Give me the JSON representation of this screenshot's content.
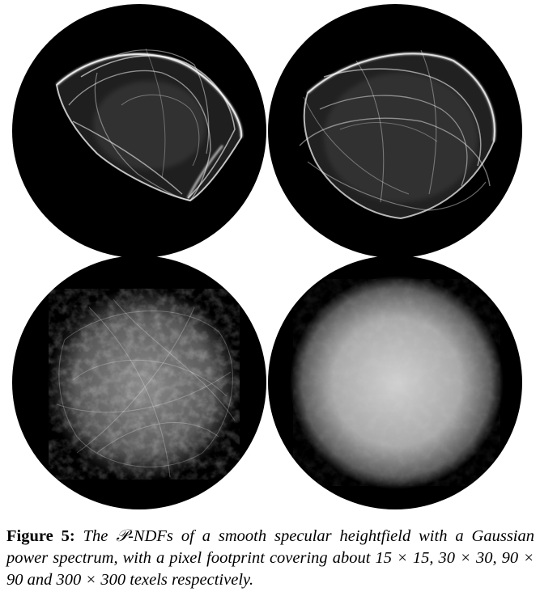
{
  "figure": {
    "panels": [
      {
        "texels": "15 × 15"
      },
      {
        "texels": "30 × 30"
      },
      {
        "texels": "90 × 90"
      },
      {
        "texels": "300 × 300"
      }
    ]
  },
  "caption": {
    "label": "Figure 5:",
    "text": "The 𝒫-NDFs of a smooth specular heightfield with a Gaussian power spectrum, with a pixel footprint covering about 15 × 15, 30 × 30, 90 × 90 and 300 × 300 texels respectively."
  }
}
